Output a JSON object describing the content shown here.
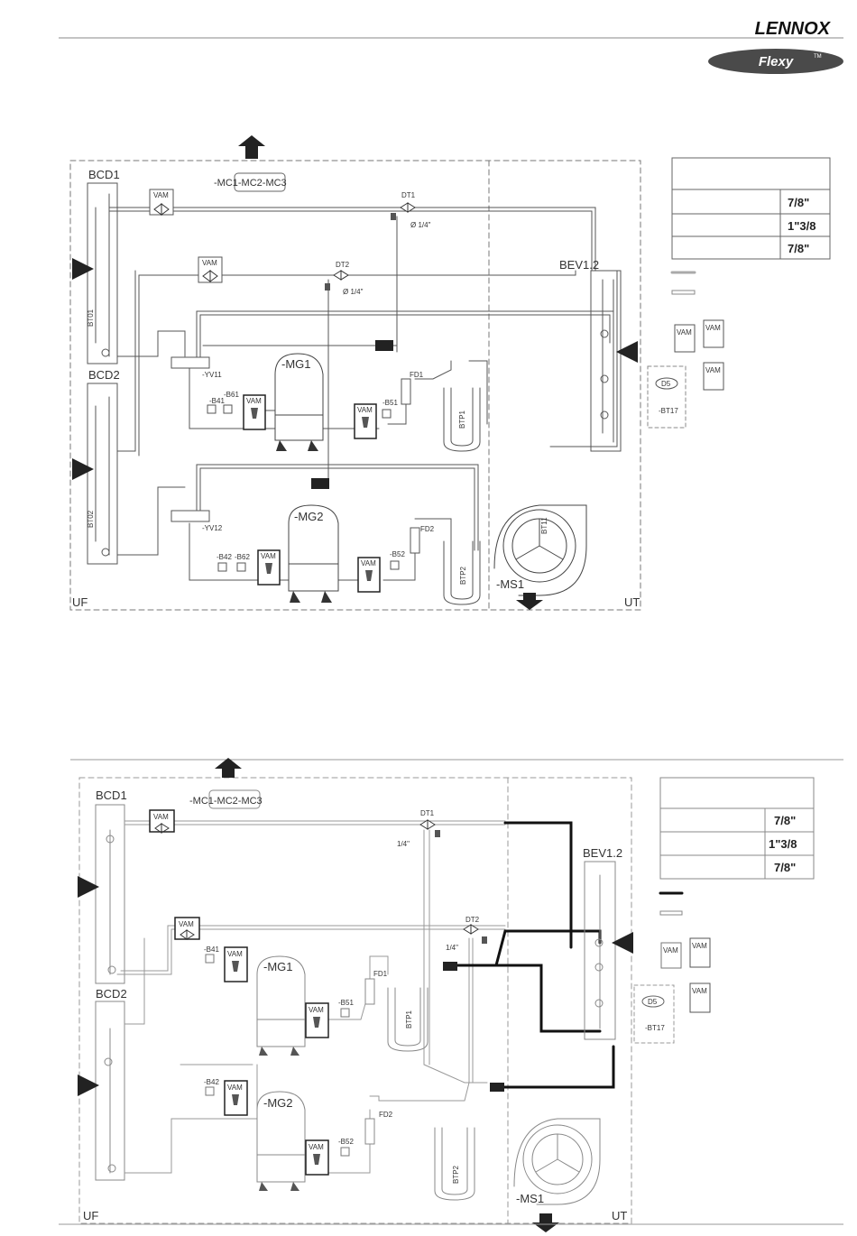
{
  "header": {
    "brand": "LENNOX",
    "product": "Flexy",
    "product_mark": "TM"
  },
  "diagram_top": {
    "zones": {
      "left": "UF",
      "right": "UT"
    },
    "fans": "-MC1-MC2-MC3",
    "coils": {
      "bcd1": "BCD1",
      "bcd2": "BCD2",
      "bev": "BEV1.2"
    },
    "sensors": {
      "bt01": "BT01",
      "bt02": "BT02",
      "bt17": "-BT17",
      "bt11": "BT11"
    },
    "compressors": {
      "mg1": "-MG1",
      "mg2": "-MG2"
    },
    "valves": {
      "vam": "VAM",
      "dt1": "DT1",
      "dt2": "DT2",
      "yv11": "-YV11",
      "yv12": "-YV12",
      "fd1": "FD1",
      "fd2": "FD2"
    },
    "pressure": {
      "b41": "-B41",
      "b61": "-B61",
      "b51": "-B51",
      "b42": "-B42",
      "b62": "-B62",
      "b52": "-B52"
    },
    "plates": {
      "btp1": "BTP1",
      "btp2": "BTP2"
    },
    "pipe_size": "Ø 1/4\"",
    "blower": "-MS1",
    "legend_sizes": [
      "7/8\"",
      "1\"3/8",
      "7/8\""
    ],
    "legend_misc": {
      "vam": "VAM",
      "d5": "D5",
      "bt17": "-BT17"
    }
  },
  "diagram_bottom": {
    "zones": {
      "left": "UF",
      "right": "UT"
    },
    "fans": "-MC1-MC2-MC3",
    "coils": {
      "bcd1": "BCD1",
      "bcd2": "BCD2",
      "bev": "BEV1.2"
    },
    "compressors": {
      "mg1": "-MG1",
      "mg2": "-MG2"
    },
    "valves": {
      "vam": "VAM",
      "dt1": "DT1",
      "dt2": "DT2",
      "fd1": "FD1",
      "fd2": "FD2"
    },
    "pressure": {
      "b41": "-B41",
      "b51": "-B51",
      "b42": "-B42",
      "b52": "-B52"
    },
    "plates": {
      "btp1": "BTP1",
      "btp2": "BTP2"
    },
    "pipe_size": "1/4\"",
    "blower": "-MS1",
    "sensor": "-BT17",
    "legend_sizes": [
      "7/8\"",
      "1\"3/8",
      "7/8\""
    ],
    "legend_misc": {
      "vam": "VAM",
      "d5": "D5"
    }
  },
  "colors": {
    "line": "#333333",
    "pipe": "#555555",
    "dash": "#777777",
    "thick": "#111111",
    "logo_bg": "#4a4a4a"
  }
}
